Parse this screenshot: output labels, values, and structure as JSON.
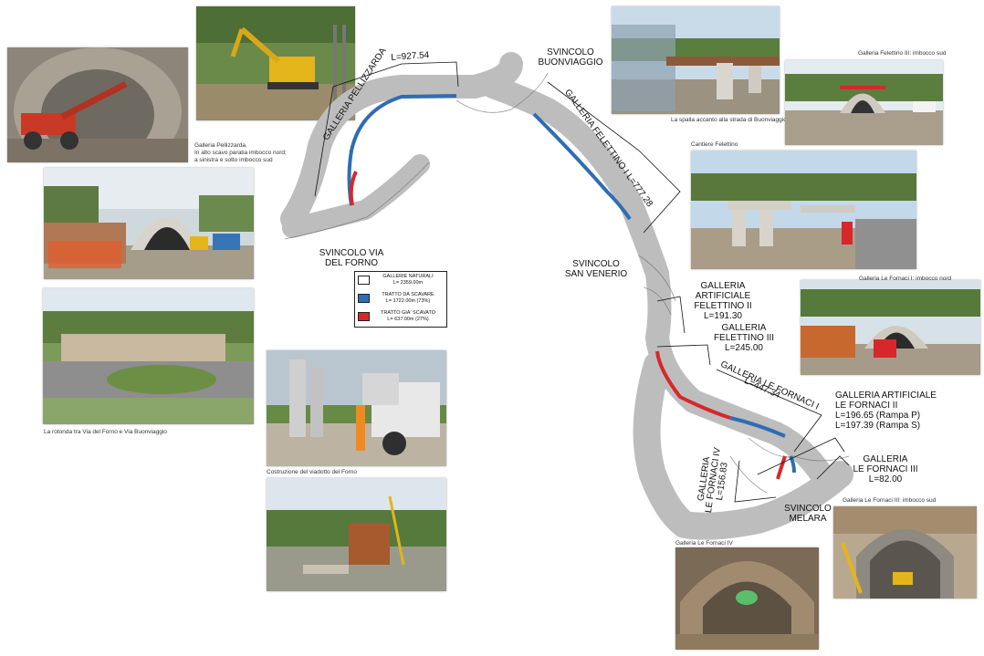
{
  "photos": [
    {
      "id": "pellizzarda-1",
      "caption": ""
    },
    {
      "id": "pellizzarda-2",
      "caption": "Galleria Pellizzarda.\nIn alto scavo paratia imbocco nord;\na sinistra e sotto imbocco sud"
    },
    {
      "id": "tunnel-portal-left",
      "caption": ""
    },
    {
      "id": "rotonda",
      "caption": "La rotonda tra Via del Forno e Via Buonviaggio"
    },
    {
      "id": "viadotto-forno",
      "caption": "Costruzione del viadotto del Forno"
    },
    {
      "id": "crane-site",
      "caption": ""
    },
    {
      "id": "spalla-buonviaggio",
      "caption": "La spalla accanto alla strada di Buonviaggio"
    },
    {
      "id": "felettino3-sud",
      "caption": "Galleria Felettino III: imbocco sud"
    },
    {
      "id": "cantiere-felettino",
      "caption": "Cantiere Felettino"
    },
    {
      "id": "fornaci1-nord",
      "caption": "Galleria Le Fornaci I: imbocco nord"
    },
    {
      "id": "fornaci3-sud",
      "caption": "Galleria Le Fornaci III: imbocco sud"
    },
    {
      "id": "fornaci4",
      "caption": "Galleria Le Fornaci IV"
    }
  ],
  "map": {
    "labels": {
      "svincolo_buonviaggio": "SVINCOLO\nBUONVIAGGIO",
      "svincolo_forno": "SVINCOLO VIA\nDEL FORNO",
      "svincolo_san_venerio": "SVINCOLO\nSAN VENERIO",
      "svincolo_melara": "SVINCOLO\nMELARA",
      "galleria_pellizzarda": "GALLERIA PELLIZZARDA",
      "pellizzarda_length": "L=927.54",
      "galleria_felettino_1": "GALLERIA FELETTINO I L=777.28",
      "galleria_felettino_2": "GALLERIA\nARTIFICIALE\nFELETTINO II\nL=191.30",
      "galleria_felettino_3": "GALLERIA\nFELETTINO III\nL=245.00",
      "galleria_fornaci_1": "GALLERIA LE FORNACI I",
      "fornaci_1_length": "L=447.34",
      "galleria_fornaci_2": "GALLERIA ARTIFICIALE\nLE FORNACI II\nL=196.65 (Rampa P)\nL=197.39 (Rampa S)",
      "galleria_fornaci_3": "GALLERIA\nLE FORNACI III\nL=82.00",
      "galleria_fornaci_4": "GALLERIA\nLE FORNACI IV\nL=156.83"
    },
    "legend": [
      {
        "label": "GALLERIE NATURALI\nL= 2359.00m",
        "color": "#ffffff"
      },
      {
        "label": "TRATTO DA SCAVARE\nL= 1722.00m (73%)",
        "color": "#2f6db3"
      },
      {
        "label": "TRATTO GIA' SCAVATO\nL= 637.00m (27%)",
        "color": "#d6282b"
      }
    ],
    "colors": {
      "da_scavare": "#2f6db3",
      "gia_scavato": "#d6282b",
      "road": "#b9b9b9"
    }
  }
}
